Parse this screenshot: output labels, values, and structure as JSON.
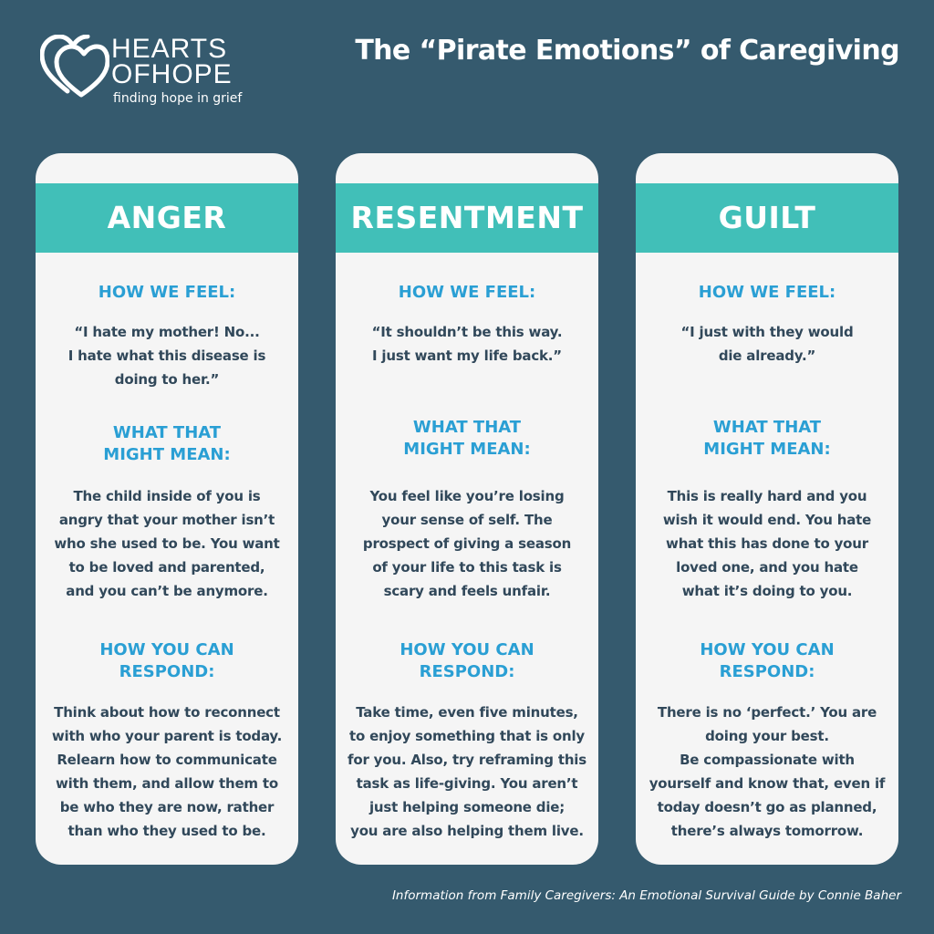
{
  "logo": {
    "brand_line1": "HEARTS",
    "brand_line2": "OFHOPE",
    "tagline": "finding hope in grief"
  },
  "title": "The “Pirate Emotions” of Caregiving",
  "cards": [
    {
      "title": "ANGER",
      "feel_heading": "HOW WE FEEL:",
      "feel_lines": [
        "“I hate my mother! No...",
        "I hate what this disease is",
        "doing to her.”"
      ],
      "mean_heading": [
        "WHAT THAT",
        "MIGHT MEAN:"
      ],
      "mean_lines": [
        "The child inside of you is",
        "angry that your mother isn’t",
        "who she used to be. You want",
        "to be loved and parented,",
        "and you can’t be anymore."
      ],
      "respond_heading": [
        "HOW YOU CAN",
        "RESPOND:"
      ],
      "respond_lines": [
        "Think about how to reconnect",
        "with who your parent is today.",
        "Relearn how to communicate",
        "with them, and allow them to",
        "be who they are now, rather",
        "than who they used to be."
      ]
    },
    {
      "title": "RESENTMENT",
      "feel_heading": "HOW WE FEEL:",
      "feel_lines": [
        "“It shouldn’t be this way.",
        "I just want my life back.”"
      ],
      "mean_heading": [
        "WHAT THAT",
        "MIGHT MEAN:"
      ],
      "mean_lines": [
        "You feel like you’re losing",
        "your sense of self. The",
        "prospect of giving a  season",
        "of your life to this task is",
        "scary and feels unfair."
      ],
      "respond_heading": [
        "HOW YOU CAN",
        "RESPOND:"
      ],
      "respond_lines": [
        "Take time, even five minutes,",
        "to enjoy something that is only",
        "for you. Also, try reframing this",
        "task as life-giving. You aren’t",
        "just helping someone die;",
        "you are also helping them live."
      ]
    },
    {
      "title": "GUILT",
      "feel_heading": "HOW WE FEEL:",
      "feel_lines": [
        "“I just with they would",
        "die already.”"
      ],
      "mean_heading": [
        "WHAT THAT",
        "MIGHT MEAN:"
      ],
      "mean_lines": [
        "This is really hard and you",
        "wish it would end. You hate",
        "what this has done to your",
        "loved one, and you hate",
        "what it’s doing to you."
      ],
      "respond_heading": [
        "HOW YOU CAN",
        "RESPOND:"
      ],
      "respond_lines": [
        "There is no ‘perfect.’ You are",
        "doing your best.",
        "Be compassionate with",
        "yourself and know that, even if",
        "today doesn’t go as planned,",
        "there’s always tomorrow."
      ]
    }
  ],
  "footer": "Information from Family Caregivers: An Emotional Survival Guide by Connie Baher",
  "colors": {
    "background": "#355a6e",
    "teal": "#41bfb8",
    "heading_blue": "#2a9fd4",
    "text_dark": "#31485a",
    "card": "#f5f5f5"
  }
}
